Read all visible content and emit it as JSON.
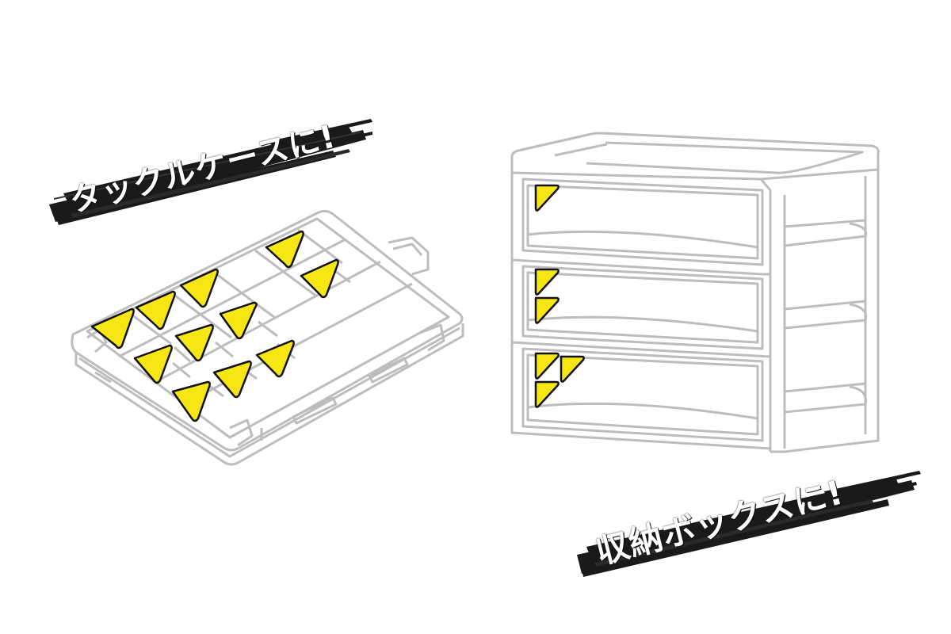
{
  "labels": {
    "tackle_case": "タックルケースに!",
    "storage_box": "収納ボックスに!"
  },
  "colors": {
    "sticker_fill": "#f5e614",
    "sticker_outline": "#111111",
    "line_art": "#bdbdbd",
    "brush": "#1a1a1a",
    "background": "#ffffff"
  },
  "items": {
    "tackle_case": {
      "sticker_count": 11
    },
    "drawer_unit": {
      "drawer_count": 3,
      "stickers_per_drawer": [
        1,
        2,
        3
      ]
    }
  }
}
